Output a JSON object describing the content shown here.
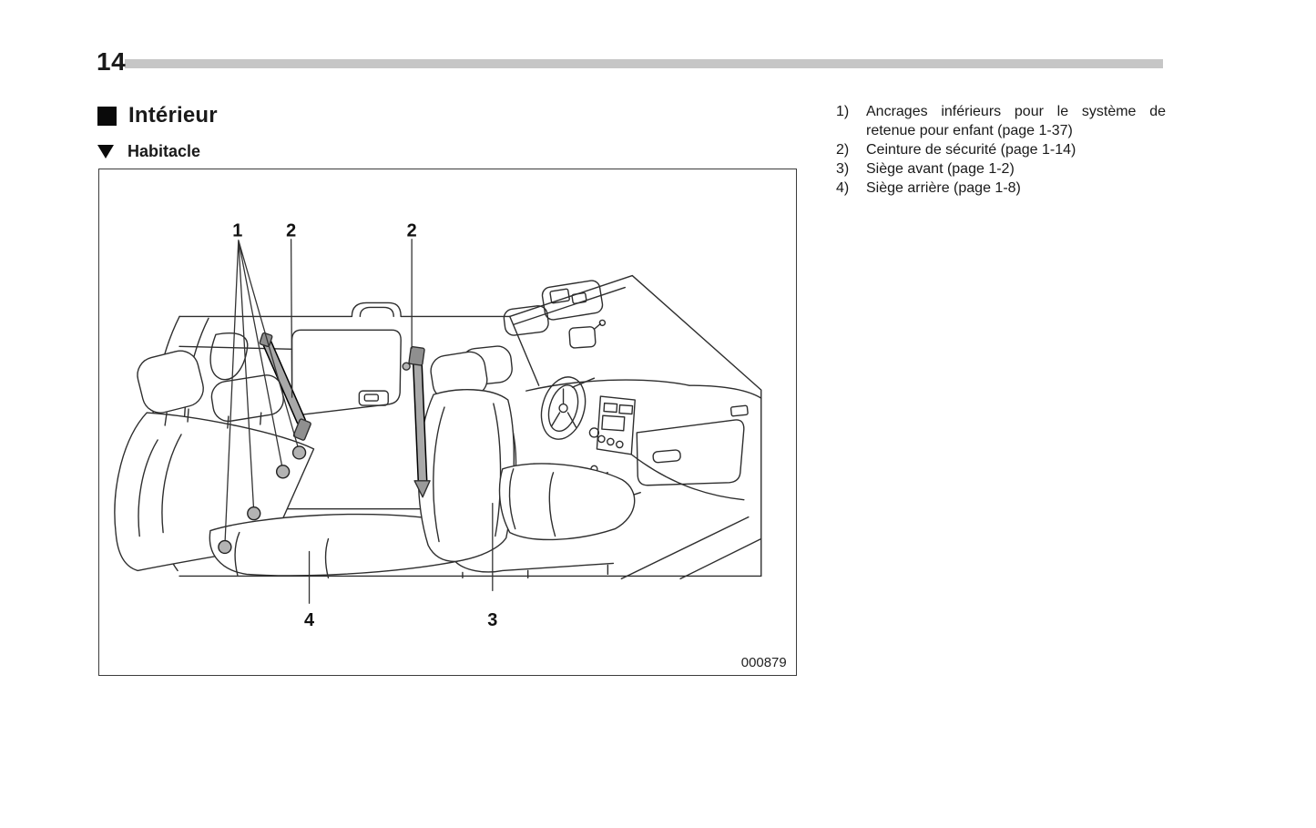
{
  "page": {
    "number": "14"
  },
  "headings": {
    "section": "Intérieur",
    "subsection": "Habitacle"
  },
  "figure": {
    "code": "000879",
    "callouts": {
      "anchors": "1",
      "rear_belt": "2",
      "front_belt": "2",
      "front_seat": "3",
      "rear_seat": "4"
    }
  },
  "legend": {
    "items": [
      {
        "num": "1)",
        "text": "Ancrages inférieurs pour le système de retenue pour enfant (page 1-37)"
      },
      {
        "num": "2)",
        "text": "Ceinture de sécurité (page 1-14)"
      },
      {
        "num": "3)",
        "text": "Siège avant (page 1-2)"
      },
      {
        "num": "4)",
        "text": "Siège arrière (page 1-8)"
      }
    ]
  }
}
